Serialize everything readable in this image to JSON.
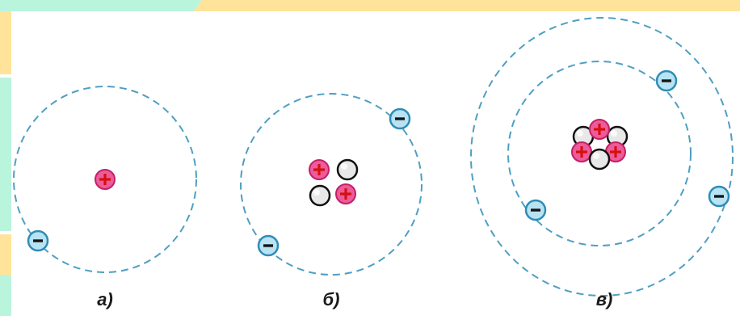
{
  "colors": {
    "orbit": "#4f9fc2",
    "electron_fill": "#b8e3f3",
    "electron_stroke": "#2f8cb5",
    "proton_fill": "#ec5b9b",
    "proton_stroke": "#c41f66",
    "proton_sign": "#d41010",
    "neutron_fill": "#e8e8e8",
    "neutron_stroke": "#111111",
    "frame_green": "#b9f5dd",
    "frame_yellow": "#ffe39a"
  },
  "icons": {
    "proton": "plus-sign-circle",
    "electron": "minus-sign-circle",
    "neutron": "plain-grey-circle"
  },
  "atoms": [
    {
      "caption": "а)",
      "protons": 1,
      "neutrons": 0,
      "electrons": 1
    },
    {
      "caption": "б)",
      "protons": 2,
      "neutrons": 2,
      "electrons": 2
    },
    {
      "caption": "в)",
      "protons": 3,
      "neutrons": 3,
      "electrons": 3
    }
  ]
}
